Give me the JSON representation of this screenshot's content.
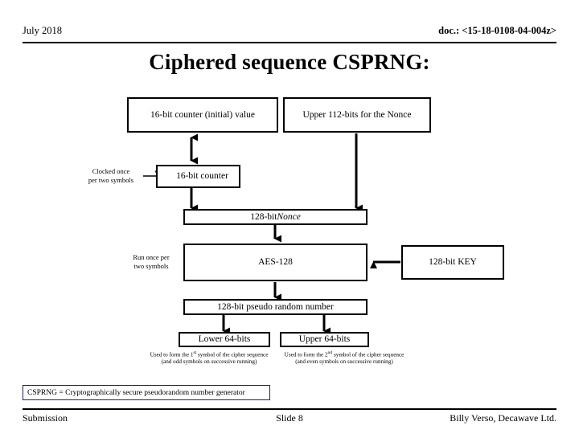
{
  "header": {
    "date": "July 2018",
    "doc": "doc.: <15-18-0108-04-004z>"
  },
  "title": "Ciphered sequence CSPRNG:",
  "diagram": {
    "nodes": {
      "counter_initial": "16-bit counter (initial) value",
      "upper_112": "Upper 112-bits for the Nonce",
      "counter": "16-bit counter",
      "nonce_prefix": "128-bit ",
      "nonce_italic": "Nonce",
      "aes": "AES-128",
      "key": "128-bit KEY",
      "prng": "128-bit pseudo random number",
      "lower64": "Lower 64-bits",
      "upper64": "Upper 64-bits"
    },
    "labels": {
      "clocked_line1": "Clocked once",
      "clocked_line2": "per two symbols",
      "run_line1": "Run once per",
      "run_line2": "two symbols"
    },
    "captions": {
      "lower_line1_a": "Used to form the 1",
      "lower_line1_sup": "st",
      "lower_line1_b": " symbol of the cipher sequence",
      "lower_line2": "(and odd symbols on successive running)",
      "upper_line1_a": "Used to form the 2",
      "upper_line1_sup": "nd",
      "upper_line1_b": " symbol of the cipher sequence",
      "upper_line2": "(and even symbols on successive running)"
    }
  },
  "footnote": "CSPRNG = Cryptographically secure pseudorandom number generator",
  "footer": {
    "left": "Submission",
    "center": "Slide 8",
    "right": "Billy Verso, Decawave Ltd."
  },
  "colors": {
    "ink": "#000000",
    "footnote_border": "#1f1f6e",
    "page": "#ffffff"
  }
}
